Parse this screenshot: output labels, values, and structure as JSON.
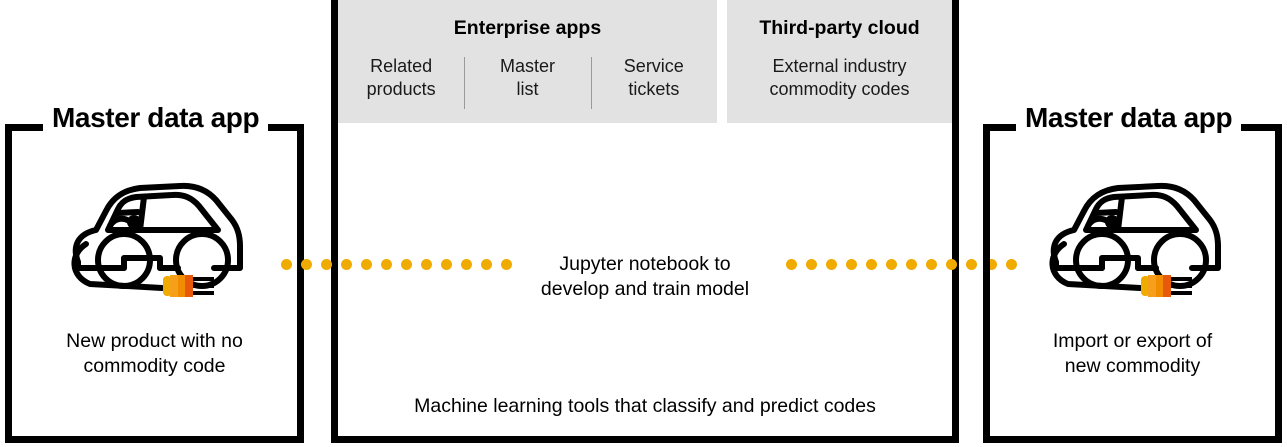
{
  "left_panel": {
    "title": "Master data app",
    "icon": "electric-car-icon",
    "caption_line1": "New product with no",
    "caption_line2": "commodity code"
  },
  "right_panel": {
    "title": "Master data app",
    "icon": "electric-car-icon",
    "caption_line1": "Import or export of",
    "caption_line2": "new commodity"
  },
  "center": {
    "enterprise_apps": {
      "heading": "Enterprise apps",
      "items": [
        {
          "line1": "Related",
          "line2": "products"
        },
        {
          "line1": "Master",
          "line2": "list"
        },
        {
          "line1": "Service",
          "line2": "tickets"
        }
      ]
    },
    "third_party_cloud": {
      "heading": "Third-party cloud",
      "line1": "External industry",
      "line2": "commodity codes"
    },
    "jupyter_line1": "Jupyter notebook to",
    "jupyter_line2": "develop and train model",
    "ml_tools": "Machine learning tools that classify and predict codes"
  },
  "connectors": {
    "dot_count": 12,
    "dot_color": "#f0ab00"
  },
  "colors": {
    "accent_orange": "#f0ab00",
    "plug_orange_dark": "#e8590c",
    "panel_grey": "#e2e2e2",
    "stroke_black": "#000000"
  }
}
